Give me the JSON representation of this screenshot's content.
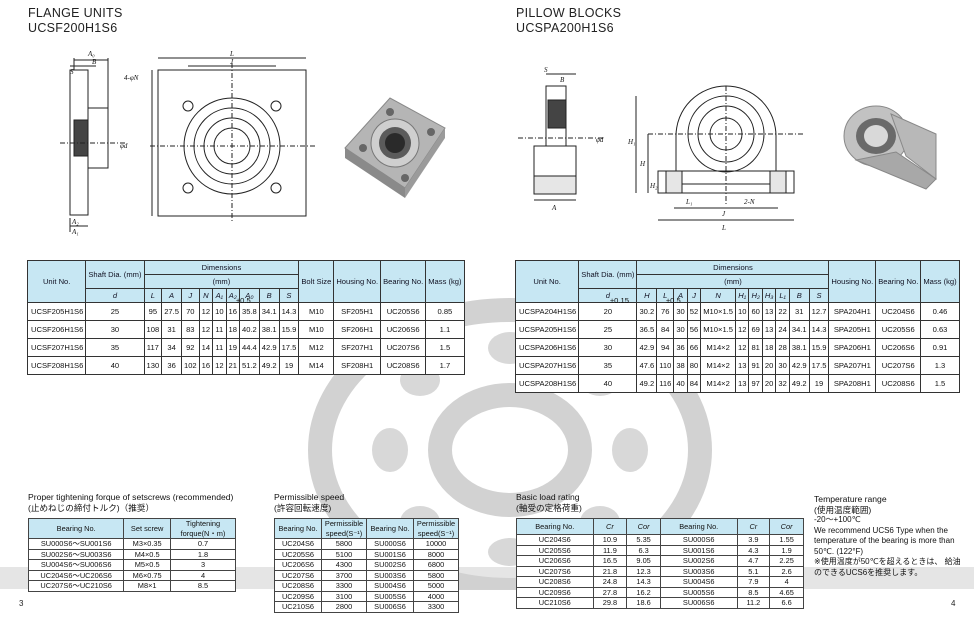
{
  "flange": {
    "title1": "FLANGE UNITS",
    "title2": "UCSF200H1S6",
    "drawing_labels": {
      "a0": "A₀",
      "s": "S",
      "b": "B",
      "a2": "A₂",
      "a1": "A₁",
      "fourN": "4-φN",
      "l": "L",
      "j": "J",
      "d": "φd"
    },
    "table": {
      "headers": {
        "unit": "Unit No.",
        "shaft": "Shaft Dia. (mm)",
        "shaft_sym": "d",
        "dims": "Dimensions",
        "dims_unit": "(mm)",
        "tol": "±0.5",
        "bolt": "Bolt Size",
        "housing": "Housing No.",
        "bearing": "Bearing No.",
        "mass": "Mass (kg)"
      },
      "dim_cols": [
        "L",
        "A",
        "J",
        "N",
        "A₁",
        "A₂",
        "A₀",
        "B",
        "S"
      ],
      "rows": [
        [
          "UCSF205H1S6",
          "25",
          "95",
          "27.5",
          "70",
          "12",
          "10",
          "16",
          "35.8",
          "34.1",
          "14.3",
          "M10",
          "SF205H1",
          "UC205S6",
          "0.85"
        ],
        [
          "UCSF206H1S6",
          "30",
          "108",
          "31",
          "83",
          "12",
          "11",
          "18",
          "40.2",
          "38.1",
          "15.9",
          "M10",
          "SF206H1",
          "UC206S6",
          "1.1"
        ],
        [
          "UCSF207H1S6",
          "35",
          "117",
          "34",
          "92",
          "14",
          "11",
          "19",
          "44.4",
          "42.9",
          "17.5",
          "M12",
          "SF207H1",
          "UC207S6",
          "1.5"
        ],
        [
          "UCSF208H1S6",
          "40",
          "130",
          "36",
          "102",
          "16",
          "12",
          "21",
          "51.2",
          "49.2",
          "19",
          "M14",
          "SF208H1",
          "UC208S6",
          "1.7"
        ]
      ]
    }
  },
  "pillow": {
    "title1": "PILLOW BLOCKS",
    "title2": "UCSPA200H1S6",
    "drawing_labels": {
      "s": "S",
      "b": "B",
      "a": "A",
      "h1": "H₁",
      "h": "H",
      "h2": "H₂",
      "l1": "L₁",
      "j": "J",
      "twoN": "2-N",
      "l": "L",
      "d": "φd"
    },
    "table": {
      "headers": {
        "unit": "Unit No.",
        "shaft": "Shaft Dia. (mm)",
        "shaft_sym": "d",
        "dims": "Dimensions",
        "dims_unit": "(mm)",
        "tol1": "±0.15",
        "tol2": "±0.5",
        "housing": "Housing No.",
        "bearing": "Bearing No.",
        "mass": "Mass (kg)"
      },
      "dim_cols": [
        "H",
        "L",
        "A",
        "J",
        "N",
        "H₁",
        "H₂",
        "H₃",
        "L₁",
        "B",
        "S"
      ],
      "rows": [
        [
          "UCSPA204H1S6",
          "20",
          "30.2",
          "76",
          "30",
          "52",
          "M10×1.5",
          "10",
          "60",
          "13",
          "22",
          "31",
          "12.7",
          "SPA204H1",
          "UC204S6",
          "0.46"
        ],
        [
          "UCSPA205H1S6",
          "25",
          "36.5",
          "84",
          "30",
          "56",
          "M10×1.5",
          "12",
          "69",
          "13",
          "24",
          "34.1",
          "14.3",
          "SPA205H1",
          "UC205S6",
          "0.63"
        ],
        [
          "UCSPA206H1S6",
          "30",
          "42.9",
          "94",
          "36",
          "66",
          "M14×2",
          "12",
          "81",
          "18",
          "28",
          "38.1",
          "15.9",
          "SPA206H1",
          "UC206S6",
          "0.91"
        ],
        [
          "UCSPA207H1S6",
          "35",
          "47.6",
          "110",
          "38",
          "80",
          "M14×2",
          "13",
          "91",
          "20",
          "30",
          "42.9",
          "17.5",
          "SPA207H1",
          "UC207S6",
          "1.3"
        ],
        [
          "UCSPA208H1S6",
          "40",
          "49.2",
          "116",
          "40",
          "84",
          "M14×2",
          "13",
          "97",
          "20",
          "32",
          "49.2",
          "19",
          "SPA208H1",
          "UC208S6",
          "1.5"
        ]
      ]
    }
  },
  "torque": {
    "title1": "Proper tightening forque of setscrews (recommended)",
    "title2": "(止めねじの締付トルク)（推奨）",
    "headers": {
      "bearing": "Bearing No.",
      "setscrew": "Set screw",
      "torque": "Tightening forque(N・m)"
    },
    "rows": [
      [
        "SU000S6～SU001S6",
        "M3×0.35",
        "0.7"
      ],
      [
        "SU002S6～SU003S6",
        "M4×0.5",
        "1.8"
      ],
      [
        "SU004S6～SU006S6",
        "M5×0.5",
        "3"
      ],
      [
        "UC204S6～UC206S6",
        "M6×0.75",
        "4"
      ],
      [
        "UC207S6～UC210S6",
        "M8×1",
        "8.5"
      ]
    ]
  },
  "speed": {
    "title1": "Permissible speed",
    "title2": "(許容回転速度)",
    "headers": {
      "bearing1": "Bearing No.",
      "speed1": "Permissible speed(S⁻¹)",
      "bearing2": "Bearing No.",
      "speed2": "Permissible speed(S⁻¹)"
    },
    "rows": [
      [
        "UC204S6",
        "5800",
        "SU000S6",
        "10000"
      ],
      [
        "UC205S6",
        "5100",
        "SU001S6",
        "8000"
      ],
      [
        "UC206S6",
        "4300",
        "SU002S6",
        "6800"
      ],
      [
        "UC207S6",
        "3700",
        "SU003S6",
        "5800"
      ],
      [
        "UC208S6",
        "3300",
        "SU004S6",
        "5000"
      ],
      [
        "UC209S6",
        "3100",
        "SU005S6",
        "4000"
      ],
      [
        "UC210S6",
        "2800",
        "SU006S6",
        "3300"
      ]
    ]
  },
  "load": {
    "title1": "Basic load rating",
    "title2": "(軸受の定格荷重)",
    "headers": {
      "bearing1": "Bearing No.",
      "cr1": "Cr",
      "cor1": "Cor",
      "bearing2": "Bearing No.",
      "cr2": "Cr",
      "cor2": "Cor"
    },
    "rows": [
      [
        "UC204S6",
        "10.9",
        "5.35",
        "SU000S6",
        "3.9",
        "1.55"
      ],
      [
        "UC205S6",
        "11.9",
        "6.3",
        "SU001S6",
        "4.3",
        "1.9"
      ],
      [
        "UC206S6",
        "16.5",
        "9.05",
        "SU002S6",
        "4.7",
        "2.25"
      ],
      [
        "UC207S6",
        "21.8",
        "12.3",
        "SU003S6",
        "5.1",
        "2.6"
      ],
      [
        "UC208S6",
        "24.8",
        "14.3",
        "SU004S6",
        "7.9",
        "4"
      ],
      [
        "UC209S6",
        "27.8",
        "16.2",
        "SU005S6",
        "8.5",
        "4.65"
      ],
      [
        "UC210S6",
        "29.8",
        "18.6",
        "SU006S6",
        "11.2",
        "6.6"
      ]
    ]
  },
  "temperature": {
    "title1": "Temperature range",
    "title2": "(使用温度範囲)",
    "range": "-20～+100℃",
    "note1": "We recommend UCS6 Type when the temperature of the bearing is more than 50℃. (122°F)",
    "note2": "※使用温度が50℃を超えるときは、 給油のできるUCS6を推奨します。"
  },
  "pages": {
    "left": "3",
    "right": "4"
  },
  "colors": {
    "header_bg": "#c7e7f3",
    "watermark": "#d0d0d0"
  }
}
